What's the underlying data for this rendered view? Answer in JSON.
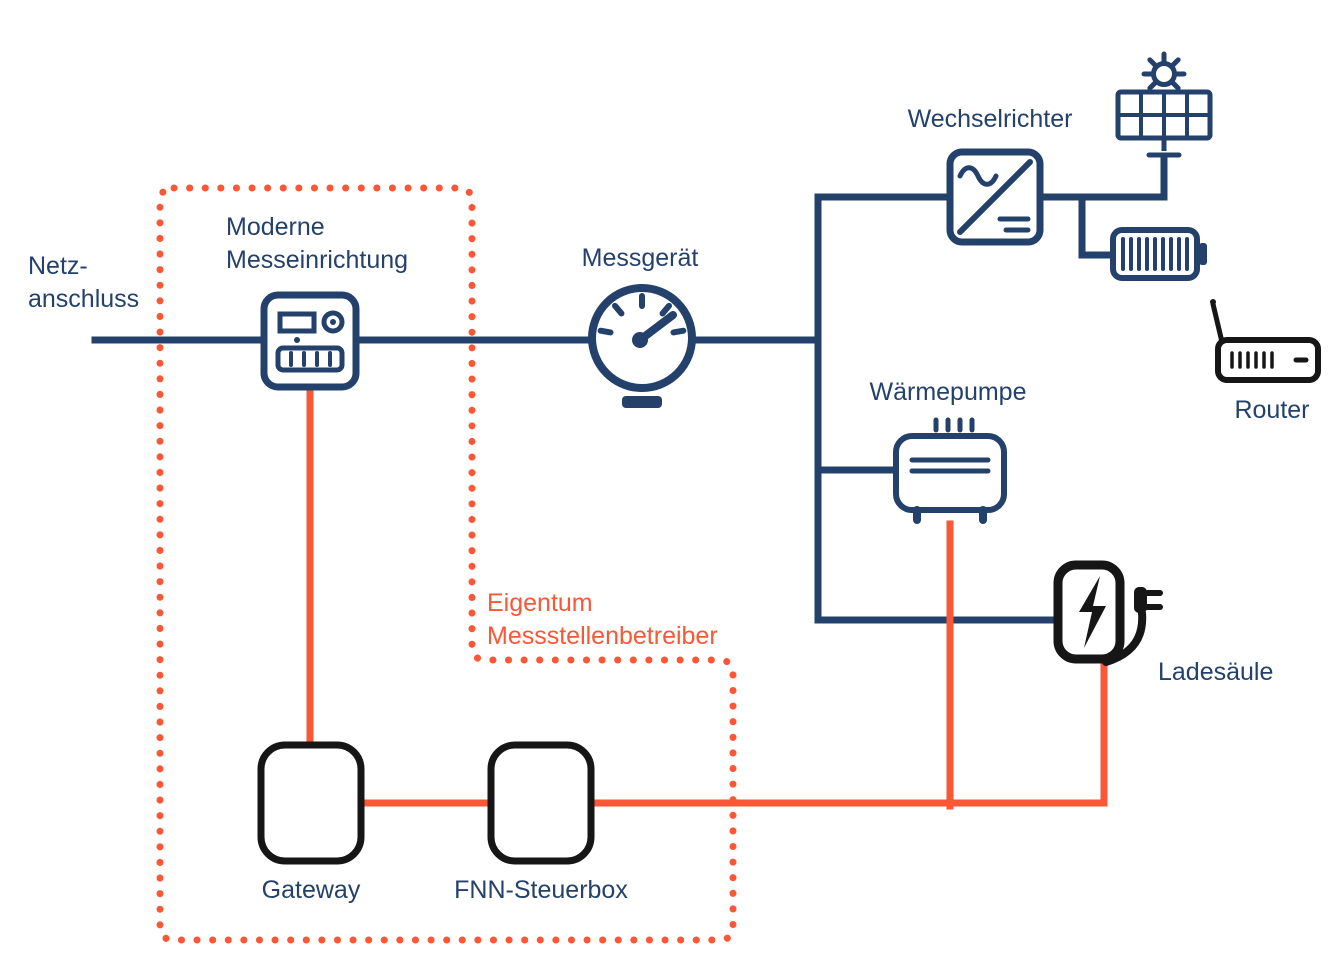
{
  "colors": {
    "navy": "#24416B",
    "orange": "#F95735",
    "dark": "#161616",
    "background": "#FFFFFF"
  },
  "labels": {
    "netzanschluss": "Netz-\nanschluss",
    "moderne_messeinrichtung": "Moderne\nMesseinrichtung",
    "messgeraet": "Messgerät",
    "wechselrichter": "Wechselrichter",
    "waermepumpe": "Wärmepumpe",
    "router": "Router",
    "ladesaeule": "Ladesäule",
    "eigentum_messstellenbetreiber": "Eigentum\nMessstellenbetreiber",
    "gateway": "Gateway",
    "fnn_steuerbox": "FNN-Steuerbox"
  },
  "icons": [
    "smart-meter-icon",
    "gauge-icon",
    "inverter-icon",
    "solar-panel-sun-icon",
    "battery-icon",
    "router-icon",
    "heat-pump-icon",
    "ev-charger-icon",
    "gateway-box",
    "fnn-steuerbox-box"
  ]
}
